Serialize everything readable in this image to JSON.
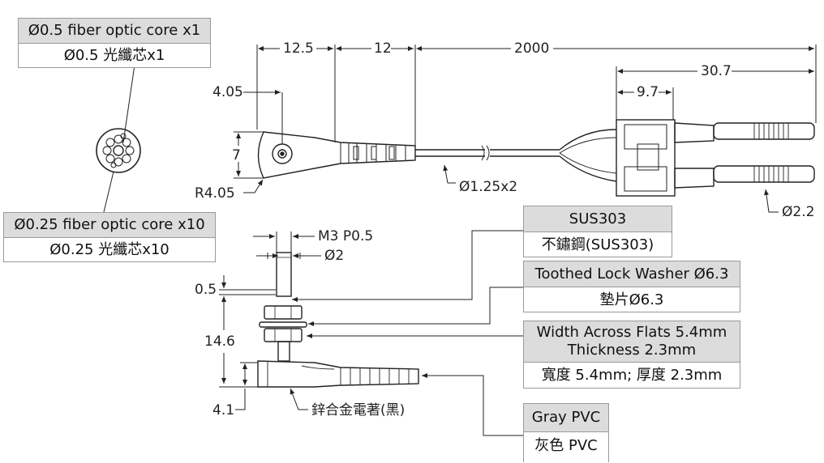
{
  "callouts": {
    "core_05": {
      "en": "Ø0.5 fiber optic core x1",
      "zh": "Ø0.5 光纖芯x1"
    },
    "core_025": {
      "en": "Ø0.25 fiber optic core x10",
      "zh": "Ø0.25 光纖芯x10"
    },
    "sus303": {
      "en": "SUS303",
      "zh": "不鏽鋼(SUS303)"
    },
    "washer": {
      "en": "Toothed Lock Washer Ø6.3",
      "zh": "墊片Ø6.3"
    },
    "flats": {
      "en": "Width Across Flats 5.4mm\nThickness 2.3mm",
      "zh": "寬度 5.4mm; 厚度 2.3mm"
    },
    "pvc": {
      "en": "Gray PVC",
      "zh": "灰色 PVC"
    }
  },
  "dimensions": {
    "d_12_5": "12.5",
    "d_12": "12",
    "d_2000": "2000",
    "d_30_7": "30.7",
    "d_9_7": "9.7",
    "d_4_05": "4.05",
    "d_7": "7",
    "d_r4_05": "R4.05",
    "d_125x2": "Ø1.25x2",
    "d_2_2": "Ø2.2",
    "d_m3": "M3 P0.5",
    "d_o2": "Ø2",
    "d_0_5": "0.5",
    "d_14_6": "14.6",
    "d_4_1": "4.1"
  },
  "labels": {
    "zinc": "鋅合金電著(黑)"
  }
}
